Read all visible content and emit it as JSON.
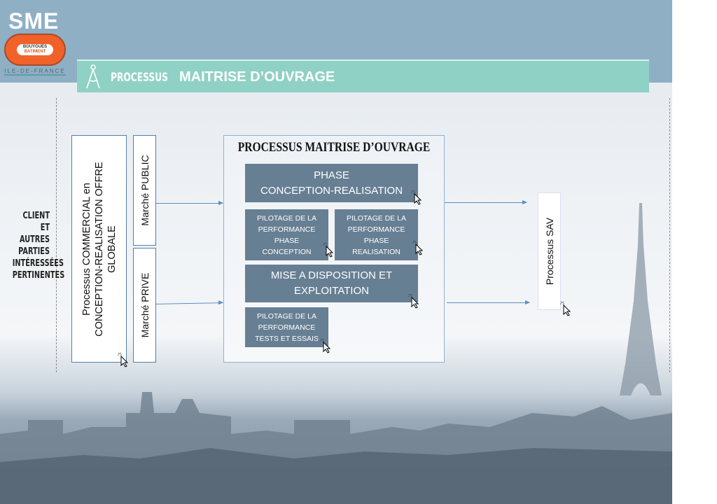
{
  "logo": {
    "brand": "SME",
    "parent_line1": "BOUYGUES",
    "parent_line2": "BATIMENT",
    "region": "ILE-DE-FRANCE"
  },
  "header": {
    "section": "PROCESSUS",
    "title": "MAITRISE D’OUVRAGE"
  },
  "client_label": [
    "CLIENT",
    "ET AUTRES",
    "PARTIES",
    "INTÉRESSÉES",
    "PERTINENTES"
  ],
  "commercial": {
    "line1": "Processus COMMERCIAL en",
    "line2": "CONCEPTION-REALISATION OFFRE",
    "line3": "GLOBALE"
  },
  "market_public": "Marché PUBLIC",
  "market_private": "Marché PRIVE",
  "main": {
    "title": "PROCESSUS MAITRISE  D’OUVRAGE",
    "phase_cr": [
      "PHASE",
      "CONCEPTION-REALISATION"
    ],
    "pilot_conception": [
      "PILOTAGE  DE LA",
      "PERFORMANCE",
      "PHASE",
      "CONCEPTION"
    ],
    "pilot_realisation": [
      "PILOTAGE  DE LA",
      "PERFORMANCE",
      "PHASE",
      "REALISATION"
    ],
    "mise_dispo": [
      "MISE A DISPOSITION ET",
      "EXPLOITATION"
    ],
    "pilot_tests": [
      "PILOTAGE  DE LA",
      "PERFORMANCE",
      "TESTS  ET  ESSAIS"
    ]
  },
  "sav": "Processus SAV",
  "colors": {
    "topband": "#8fafc4",
    "header": "#8fd1c5",
    "box": "#677f93",
    "arrow": "#5b8ec4"
  }
}
